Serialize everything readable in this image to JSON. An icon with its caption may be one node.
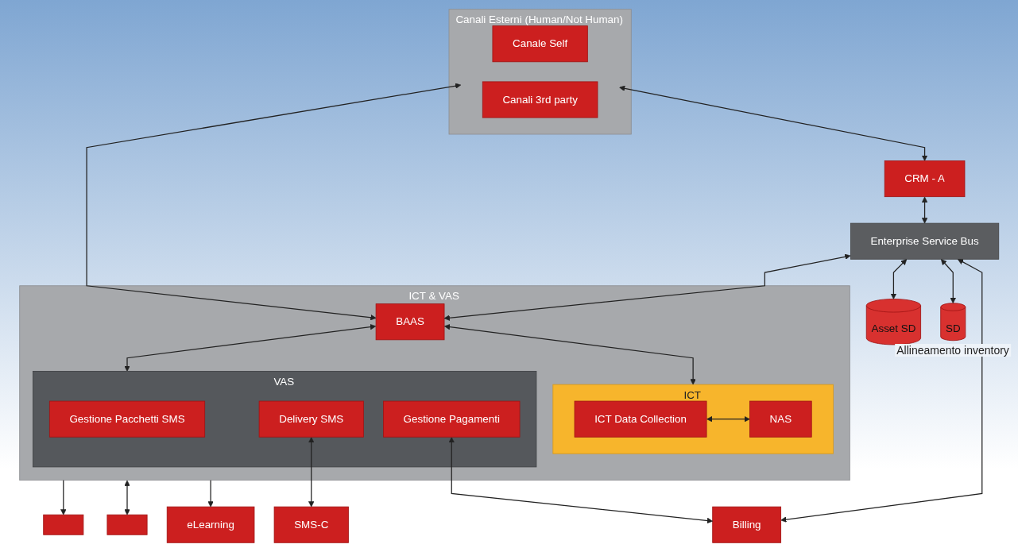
{
  "diagram": {
    "nodes": [
      {
        "text": [
          "Canali Esterni (Human/Not Human)"
        ]
      },
      {
        "text": [
          "Canale Self"
        ],
        "in": 0
      },
      {
        "text": [
          "Canali 3rd party"
        ],
        "in": 0
      },
      {
        "text": [
          "CRM - A"
        ]
      },
      {
        "text": [
          "Enterprise Service Bus"
        ]
      },
      {
        "text": [
          "ICT & VAS"
        ]
      },
      {
        "text": [
          "BAAS"
        ],
        "in": 5
      },
      {
        "text": [
          "ICT"
        ],
        "in": 5
      },
      {
        "text": [
          "ICT Data Collection"
        ],
        "in": 7
      },
      {
        "text": [
          "NAS"
        ],
        "in": 7
      },
      {
        "text": [
          "VAS"
        ],
        "in": 5
      },
      {
        "text": [
          "Gestione Pacchetti SMS"
        ],
        "in": 10
      },
      {
        "text": [
          "Delivery SMS"
        ],
        "in": 10
      },
      {
        "text": [
          "Gestione Pagamenti"
        ],
        "in": 10
      },
      {
        "text": [
          "Asset SD"
        ]
      },
      {
        "text": [
          "SD"
        ],
        "beside": [
          "Allineamento inventory"
        ]
      },
      {
        "text": [
          "Billing"
        ]
      },
      {
        "text": [],
        "shape": "box"
      },
      {
        "text": [],
        "shape": "box"
      },
      {
        "text": [
          "eLearning"
        ]
      },
      {
        "text": [
          "SMS-C"
        ]
      }
    ],
    "edges": [
      {
        "from": 0,
        "to": 3,
        "arrow": "both"
      },
      {
        "from": 0,
        "to": 6,
        "arrow": "both"
      },
      {
        "from": 3,
        "to": 4,
        "arrow": "both"
      },
      {
        "from": 4,
        "to": 6,
        "arrow": "both"
      },
      {
        "from": 4,
        "to": 14,
        "arrow": "both"
      },
      {
        "from": 4,
        "to": 15,
        "arrow": "both"
      },
      {
        "from": 4,
        "to": 16,
        "arrow": "both"
      },
      {
        "from": 6,
        "to": 7,
        "arrow": "both"
      },
      {
        "from": 6,
        "to": 10,
        "arrow": "both"
      },
      {
        "from": 8,
        "to": 9,
        "arrow": "both"
      },
      {
        "from": 13,
        "to": 16,
        "arrow": "both"
      },
      {
        "from": 5,
        "to": 17,
        "arrow": "to"
      },
      {
        "from": 5,
        "to": 18,
        "arrow": "both"
      },
      {
        "from": 5,
        "to": 19,
        "arrow": "to"
      },
      {
        "from": 12,
        "to": 20,
        "arrow": "both"
      }
    ]
  }
}
